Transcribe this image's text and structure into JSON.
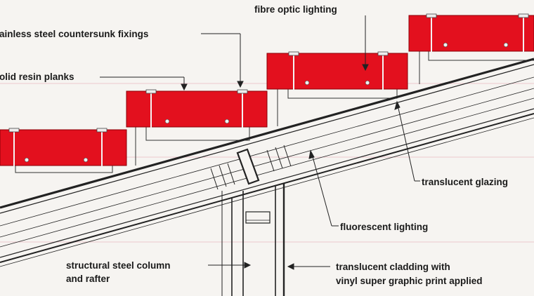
{
  "labels": {
    "fibre_optic": "fibre optic lighting",
    "fixings": "ainless steel countersunk fixings",
    "planks": "olid resin planks",
    "glazing": "translucent glazing",
    "fluorescent": "fluorescent lighting",
    "column_line1": "structural steel column",
    "column_line2": "and rafter",
    "cladding_line1": "translucent cladding with",
    "cladding_line2": "vinyl super graphic print applied"
  },
  "colors": {
    "plank_red": "#e3101e",
    "line": "#222222",
    "background": "#f6f4f1",
    "guide_pink": "#e9b9c0"
  }
}
